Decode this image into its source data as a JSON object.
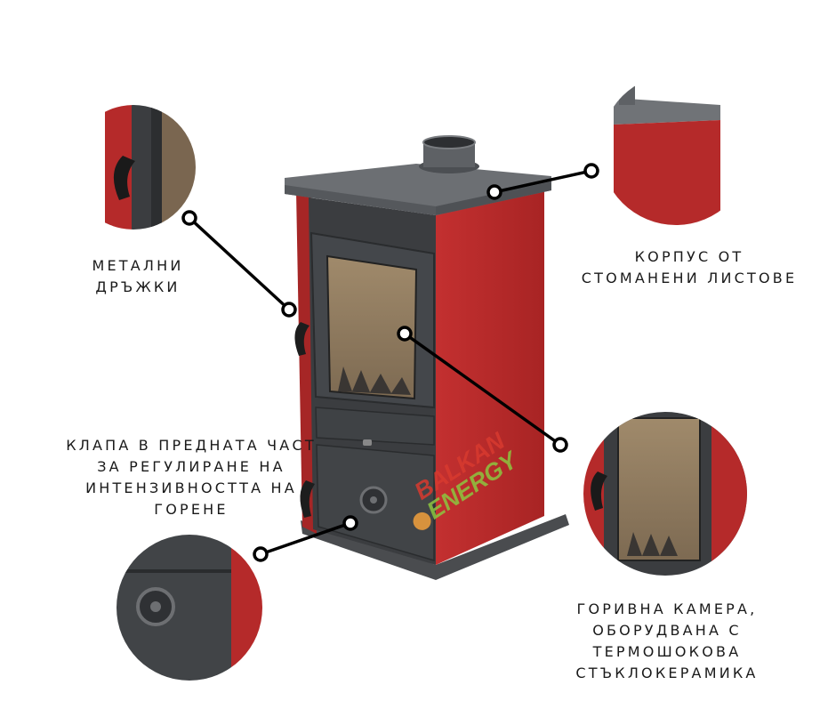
{
  "callouts": {
    "handles": {
      "lines": [
        "МЕТАЛНИ",
        "ДРЪЖКИ"
      ]
    },
    "body": {
      "lines": [
        "КОРПУС ОТ",
        "СТОМАНЕНИ ЛИСТОВЕ"
      ]
    },
    "damper": {
      "lines": [
        "КЛАПА В ПРЕДНАТА ЧАСТ",
        "ЗА РЕГУЛИРАНЕ НА",
        "ИНТЕНЗИВНОСТТА НА",
        "ГОРЕНЕ"
      ]
    },
    "chamber": {
      "lines": [
        "ГОРИВНА КАМЕРА,",
        "ОБОРУДВАНА С",
        "ТЕРМОШОКОВА",
        "СТЪКЛОКЕРАМИКА"
      ]
    }
  },
  "watermark": {
    "line1": "BALKAN",
    "line2": "ENERGY"
  },
  "colors": {
    "stove_red": "#b52a2a",
    "stove_dark": "#3b3d40",
    "top_grey": "#6c6f73",
    "glass": "#8f7a5f",
    "connector": "#000000",
    "watermark_red": "#d83a2f",
    "watermark_green": "#8cc63f"
  }
}
